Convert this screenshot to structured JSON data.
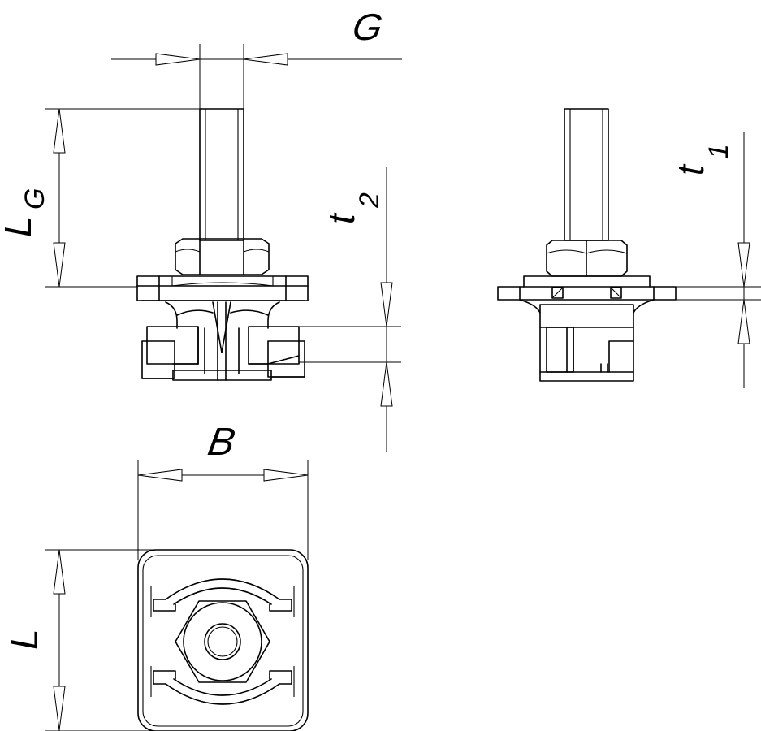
{
  "drawing": {
    "labels": {
      "thread_diameter": "G",
      "thread_length_base": "L",
      "thread_length_sub": "G",
      "thickness_2_base": "t",
      "thickness_2_sub": "2",
      "thickness_1_base": "t",
      "thickness_1_sub": "1",
      "width": "B",
      "length": "L"
    },
    "views": [
      "front-view",
      "side-view",
      "top-view"
    ]
  }
}
